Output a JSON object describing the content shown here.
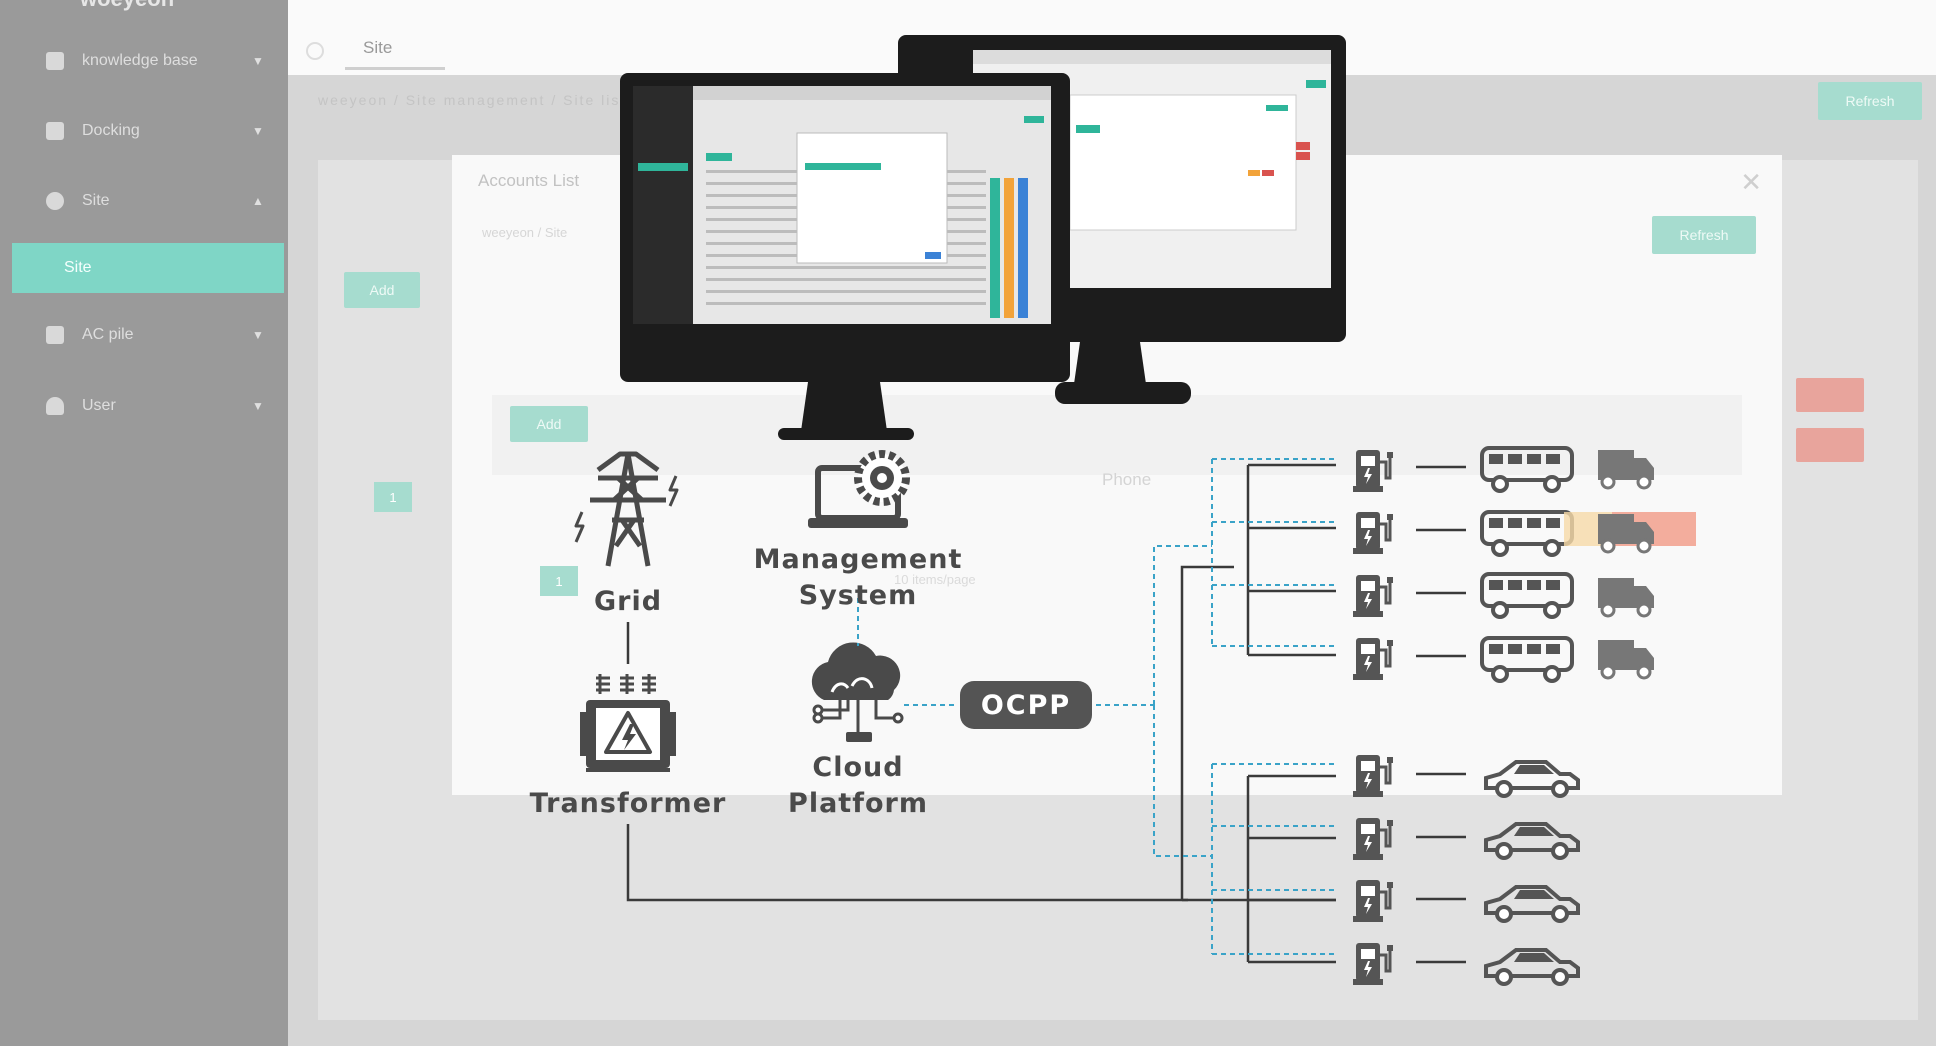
{
  "sidebar": {
    "brand": "woeyeon",
    "items": [
      {
        "label": "knowledge base",
        "icon": "database-icon",
        "arrow": "▼"
      },
      {
        "label": "Docking",
        "icon": "plug-icon",
        "arrow": "▼"
      },
      {
        "label": "Site",
        "icon": "gear-icon",
        "arrow": "▲"
      },
      {
        "label": "AC pile",
        "icon": "calculator-icon",
        "arrow": "▼"
      },
      {
        "label": "User",
        "icon": "user-icon",
        "arrow": "▼"
      }
    ],
    "active_sub": "Site"
  },
  "topbar": {
    "tab_label": "Site"
  },
  "page": {
    "breadcrumb": "weeyeon   /   Site management   /   Site list",
    "refresh_label": "Refresh",
    "add_label": "Add",
    "pager_page": "1"
  },
  "modal": {
    "title": "Accounts List",
    "close": "✕",
    "breadcrumb": "weeyeon   /   Site",
    "refresh_label": "Refresh",
    "add_label": "Add",
    "phone_header": "Phone",
    "pager_page": "1",
    "page_size": "10 items/page"
  },
  "diagram": {
    "grid_label": "Grid",
    "transformer_label": "Transformer",
    "management_label_1": "Management",
    "management_label_2": "System",
    "cloud_label_1": "Cloud",
    "cloud_label_2": "Platform",
    "ocpp_label": "OCPP",
    "accent_dashed": "#3aa3c8",
    "line_color": "#3a3a3a",
    "icon_color": "#555555"
  }
}
